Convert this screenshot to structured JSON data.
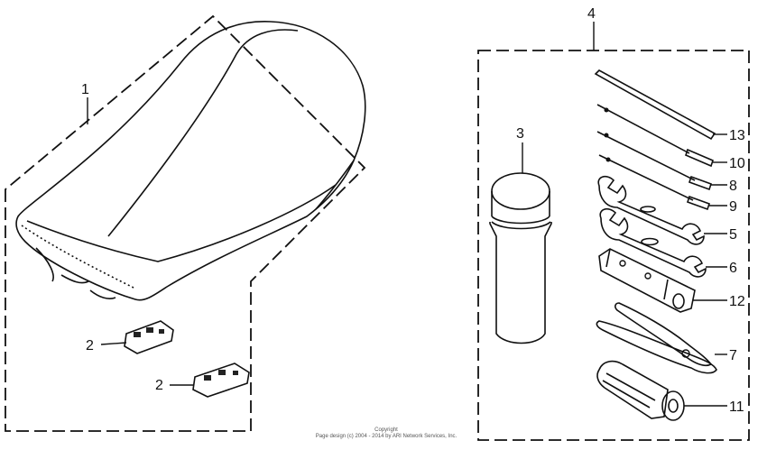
{
  "diagram": {
    "callouts": {
      "seat": "1",
      "seat_clip_a": "2",
      "seat_clip_b": "2",
      "grease_can": "3",
      "tool_kit": "4",
      "wrench_small": "5",
      "wrench_large": "6",
      "pliers": "7",
      "screwdriver_a": "8",
      "screwdriver_b": "9",
      "screwdriver_c": "10",
      "screwdriver_handle": "11",
      "spark_plug_wrench": "12",
      "tommy_bar": "13"
    },
    "copyright_line1": "Copyright",
    "copyright_line2": "Page design (c) 2004 - 2014 by ARI Network Services, Inc."
  }
}
